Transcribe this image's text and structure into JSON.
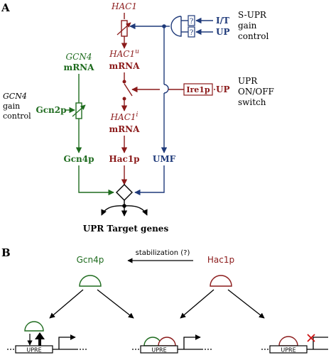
{
  "colors": {
    "red": "#8b1a1a",
    "blue": "#1f3a7a",
    "green": "#1e6b1e",
    "black": "#000000"
  },
  "panel_a": {
    "label": "A",
    "hac1": "HAC1",
    "hac1u_top": "HAC1",
    "hac1u_sup": "u",
    "hac1u_mrna": "mRNA",
    "hac1i_top": "HAC1",
    "hac1i_sup": "i",
    "hac1i_mrna": "mRNA",
    "hac1p": "Hac1p",
    "gcn4_top": "GCN4",
    "gcn4_mrna": "mRNA",
    "gcn4p": "Gcn4p",
    "gcn2p": "Gcn2p",
    "gcn4_gain_1": "GCN4",
    "gcn4_gain_2": "gain",
    "gcn4_gain_3": "control",
    "umf": "UMF",
    "q1": "?",
    "q2": "?",
    "it": "I/T",
    "up1": "UP",
    "supr_1": "S-UPR",
    "supr_2": "gain",
    "supr_3": "control",
    "ire1p": "Ire1p",
    "up2": "UP",
    "switch_1": "UPR",
    "switch_2": "ON/OFF",
    "switch_3": "switch",
    "targets": "UPR Target genes"
  },
  "panel_b": {
    "label": "B",
    "gcn4p": "Gcn4p",
    "hac1p": "Hac1p",
    "stabilization": "stabilization (?)",
    "upre_1": "UPRE",
    "upre_2": "UPRE",
    "upre_3": "UPRE"
  }
}
